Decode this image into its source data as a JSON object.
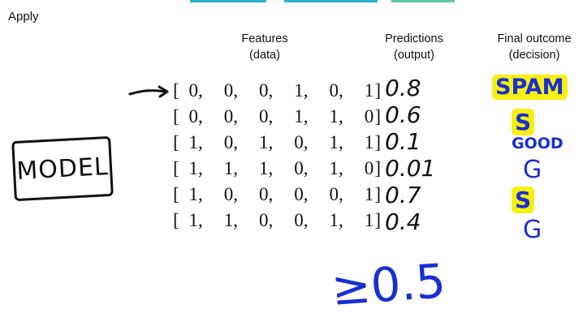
{
  "slide": {
    "label": "Apply",
    "headers": {
      "features": [
        "Features",
        "(data)"
      ],
      "predictions": [
        "Predictions",
        "(output)"
      ],
      "final": [
        "Final outcome",
        "(decision)"
      ]
    },
    "feature_rows": [
      [
        0,
        0,
        0,
        1,
        0,
        1
      ],
      [
        0,
        0,
        0,
        1,
        1,
        0
      ],
      [
        1,
        0,
        1,
        0,
        1,
        1
      ],
      [
        1,
        1,
        1,
        0,
        1,
        0
      ],
      [
        1,
        0,
        0,
        0,
        0,
        1
      ],
      [
        1,
        1,
        0,
        0,
        1,
        1
      ]
    ],
    "predictions": [
      "0.8",
      "0.6",
      "0.1",
      "0.01",
      "0.7",
      "0.4"
    ],
    "outcomes": [
      {
        "text": "SPAM",
        "color": "#1a2fd1",
        "highlight": true
      },
      {
        "text": "S",
        "color": "#1a2fd1",
        "highlight": true
      },
      {
        "text": "GOOD",
        "color": "#1a2fd1",
        "highlight": false
      },
      {
        "text": "G",
        "color": "#1a2fd1",
        "highlight": false
      },
      {
        "text": "S",
        "color": "#1a2fd1",
        "highlight": true
      },
      {
        "text": "G",
        "color": "#1a2fd1",
        "highlight": false
      }
    ],
    "model_label": "MODEL",
    "threshold": "≥0.5",
    "highlight_color": "#f5f011",
    "ink_blue": "#1a2fd1"
  }
}
